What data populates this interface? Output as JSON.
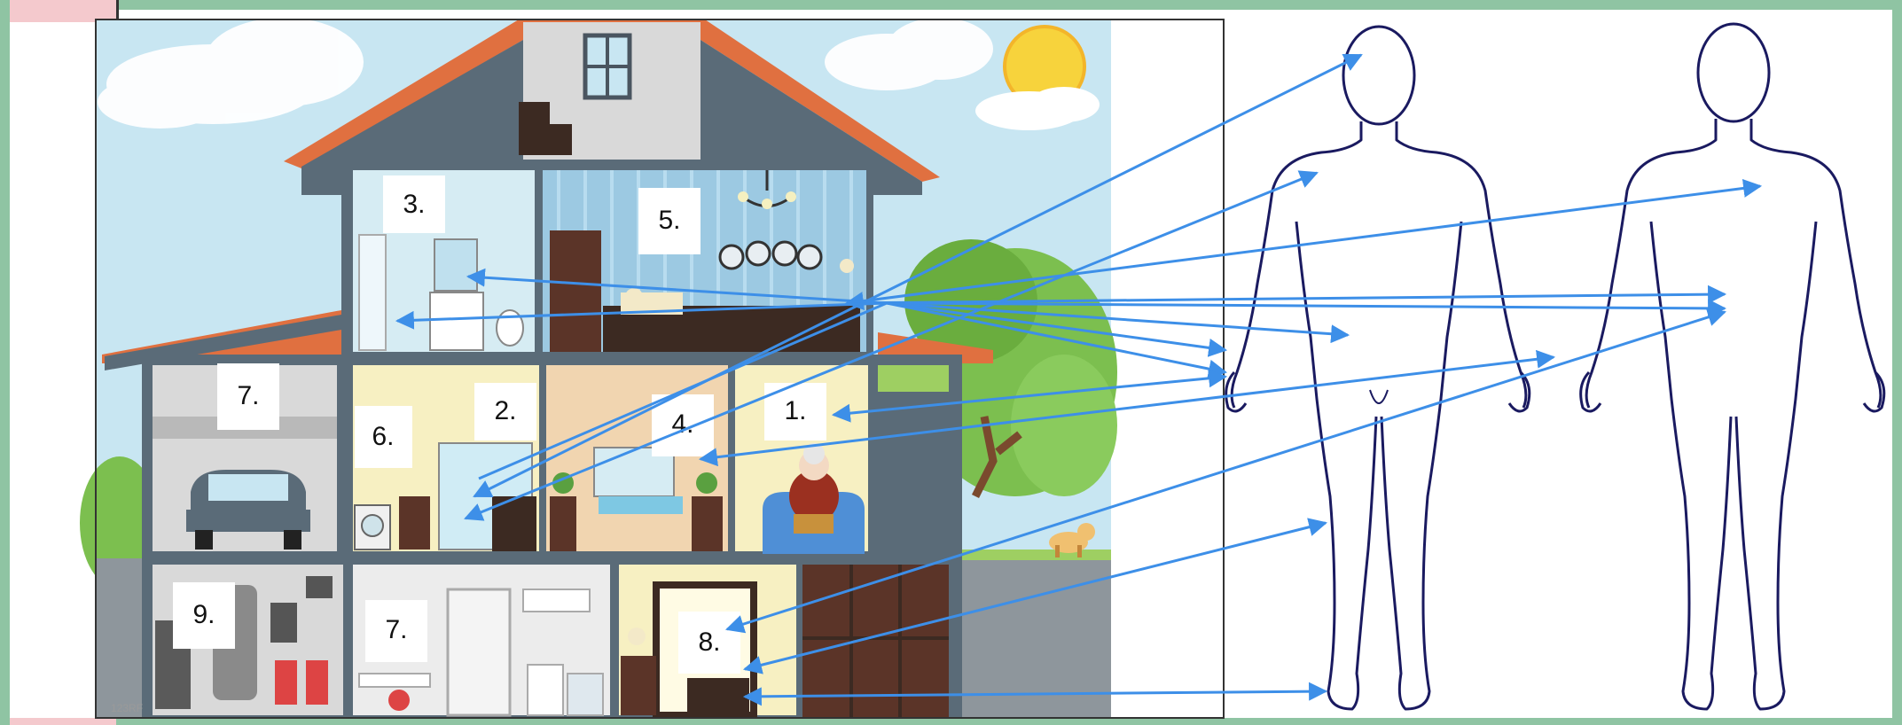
{
  "title": "",
  "rooms": [
    {
      "id": "attic-bathroom",
      "label": "3."
    },
    {
      "id": "attic-bedroom",
      "label": "5."
    },
    {
      "id": "garage-top",
      "label": "7."
    },
    {
      "id": "kitchen-right",
      "label": "2."
    },
    {
      "id": "kitchen-left",
      "label": "6."
    },
    {
      "id": "dining",
      "label": "4."
    },
    {
      "id": "living",
      "label": "1."
    },
    {
      "id": "basement-left",
      "label": "9."
    },
    {
      "id": "basement-middle",
      "label": "7."
    },
    {
      "id": "basement-right",
      "label": "8."
    }
  ],
  "figures": [
    {
      "id": "body-front",
      "view": "front"
    },
    {
      "id": "body-back",
      "view": "back"
    }
  ],
  "connectors": {
    "color": "#3d8fe8",
    "count": 16
  },
  "watermark": "123RF",
  "colors": {
    "frame": "#8fc4a3",
    "sky": "#c8e6f2",
    "roof": "#e07040",
    "wall": "#5a6b78",
    "arrow": "#3d8fe8",
    "outline": "#1a1a60"
  }
}
